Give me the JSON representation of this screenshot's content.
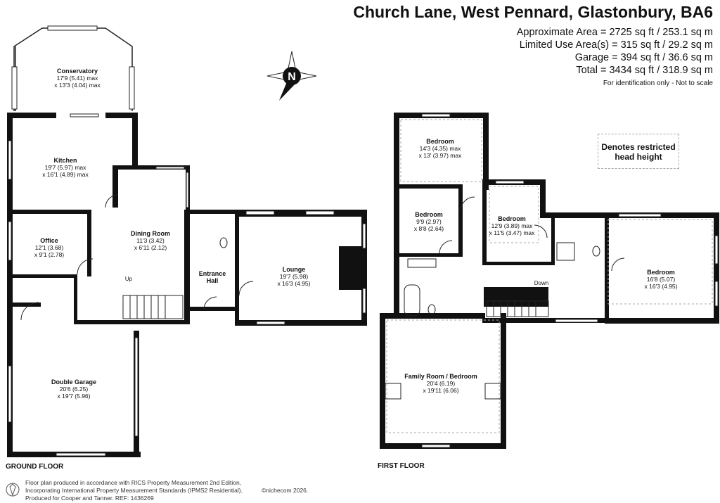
{
  "header": {
    "title": "Church Lane, West Pennard, Glastonbury, BA6",
    "areas": [
      "Approximate Area = 2725 sq ft / 253.1 sq m",
      "Limited Use Area(s) = 315 sq ft / 29.2 sq m",
      "Garage = 394 sq ft / 36.6 sq m",
      "Total = 3434 sq ft / 318.9 sq m"
    ],
    "note": "For identification only - Not to scale"
  },
  "legend": {
    "line1": "Denotes restricted",
    "line2": "head height"
  },
  "compass": {
    "letter": "N"
  },
  "floors": {
    "ground": "GROUND FLOOR",
    "first": "FIRST FLOOR"
  },
  "rooms": {
    "conservatory": {
      "name": "Conservatory",
      "d1": "17'9 (5.41) max",
      "d2": "x 13'3 (4.04) max"
    },
    "kitchen": {
      "name": "Kitchen",
      "d1": "19'7 (5.97) max",
      "d2": "x 16'1 (4.89) max"
    },
    "office": {
      "name": "Office",
      "d1": "12'1 (3.68)",
      "d2": "x 9'1 (2.78)"
    },
    "dining": {
      "name": "Dining Room",
      "d1": "11'3 (3.42)",
      "d2": "x 6'11 (2.12)"
    },
    "entrance": {
      "name1": "Entrance",
      "name2": "Hall"
    },
    "lounge": {
      "name": "Lounge",
      "d1": "19'7 (5.98)",
      "d2": "x 16'3 (4.95)"
    },
    "garage": {
      "name": "Double Garage",
      "d1": "20'6 (6.25)",
      "d2": "x 19'7 (5.96)"
    },
    "bed1": {
      "name": "Bedroom",
      "d1": "14'3 (4.35) max",
      "d2": "x 13' (3.97) max"
    },
    "bed2": {
      "name": "Bedroom",
      "d1": "9'9 (2.97)",
      "d2": "x 8'8 (2.64)"
    },
    "bed3": {
      "name": "Bedroom",
      "d1": "12'9 (3.89) max",
      "d2": "x 11'5 (3.47) max"
    },
    "bed4": {
      "name": "Bedroom",
      "d1": "16'8 (5.07)",
      "d2": "x 16'3 (4.95)"
    },
    "family": {
      "name": "Family Room / Bedroom",
      "d1": "20'4 (6.19)",
      "d2": "x 19'11 (6.06)"
    }
  },
  "stairs": {
    "up": "Up",
    "down": "Down"
  },
  "footer": {
    "line1": "Floor plan produced in accordance with RICS Property Measurement 2nd Edition,",
    "line2": "Incorporating International Property Measurement Standards (IPMS2 Residential).",
    "line3": "Produced for Cooper and Tanner.   REF:  1436269",
    "copyright": "©nichecom 2026."
  }
}
